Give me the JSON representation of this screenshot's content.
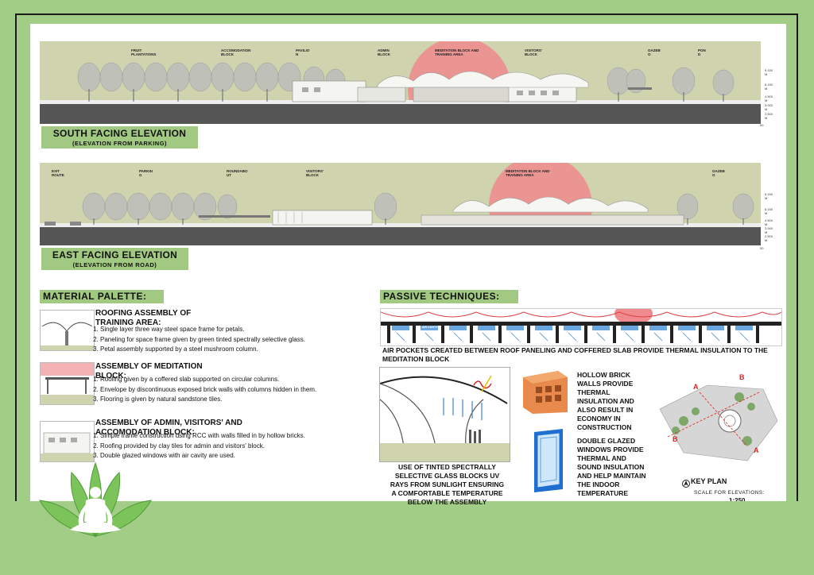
{
  "elevations": {
    "south": {
      "title": "SOUTH FACING ELEVATION",
      "subtitle": "(ELEVATION FROM PARKING)",
      "labels": [
        {
          "text": "FRUIT\nPLANTATIONS"
        },
        {
          "text": "ACCOMODATION\nBLOCK"
        },
        {
          "text": "PAVILIO\nN"
        },
        {
          "text": "ADMIN\nBLOCK"
        },
        {
          "text": "MEDITATION BLOCK AND\nTRAINING AREA"
        },
        {
          "text": "VISITORS'\nBLOCK"
        },
        {
          "text": "GAZEB\nO"
        },
        {
          "text": "PON\nD"
        }
      ],
      "levels": [
        "9.150\nM",
        "6.150\nM",
        "4.500\nM",
        "3.000\nM",
        "2.500\nM",
        "00"
      ]
    },
    "east": {
      "title": "EAST FACING ELEVATION",
      "subtitle": "(ELEVATION FROM ROAD)",
      "labels": [
        {
          "text": "EXIT\nROUTE"
        },
        {
          "text": "PARKIN\nG"
        },
        {
          "text": "ROUNDABO\nUT"
        },
        {
          "text": "VISITORS'\nBLOCK"
        },
        {
          "text": "MEDITATION BLOCK AND\nTRAINING AREA"
        },
        {
          "text": "GAZEB\nO"
        }
      ],
      "levels": [
        "9.150\nM",
        "6.150\nM",
        "4.500\nM",
        "3.000\nM",
        "2.500\nM",
        "00"
      ]
    }
  },
  "material": {
    "heading": "MATERIAL PALETTE:",
    "items": [
      {
        "title": "ROOFING ASSEMBLY OF TRAINING AREA:",
        "points": [
          "Single layer three way steel space frame for petals.",
          "Paneling for space frame given by green tinted spectrally selective glass.",
          "Petal assembly supported by a steel mushroom column."
        ]
      },
      {
        "title": "ASSEMBLY OF MEDITATION BLOCK:",
        "points": [
          "Roofing given by a coffered slab supported on circular columns.",
          "Envelope by discontinuous exposed brick walls with columns hidden in them.",
          "Flooring is given by natural sandstone tiles."
        ]
      },
      {
        "title": "ASSEMBLY OF ADMIN, VISITORS' AND ACCOMODATION BLOCK:",
        "points": [
          "Simple frame construction using RCC with walls filled in by hollow bricks.",
          "Roofing provided by clay tiles for admin and visitors' block.",
          "Double glazed windows with air cavity are used."
        ]
      }
    ]
  },
  "passive": {
    "heading": "PASSIVE TECHNIQUES:",
    "air_caption": "AIR POCKETS CREATED BETWEEN ROOF PANELING AND COFFERED SLAB PROVIDE THERMAL INSULATION TO THE MEDITATION BLOCK",
    "air_label": "AIR CAVITY",
    "glass_caption": "USE OF TINTED SPECTRALLY SELECTIVE GLASS BLOCKS UV RAYS FROM SUNLIGHT ENSURING A COMFORTABLE TEMPERATURE BELOW THE ASSEMBLY",
    "brick_caption": "HOLLOW BRICK WALLS PROVIDE THERMAL INSULATION AND ALSO RESULT IN ECONOMY IN CONSTRUCTION",
    "window_caption": "DOUBLE GLAZED WINDOWS PROVIDE THERMAL AND SOUND INSULATION AND HELP MAINTAIN THE INDOOR TEMPERATURE"
  },
  "keyplan": {
    "title": "KEY PLAN",
    "scale_label": "SCALE FOR ELEVATIONS:",
    "scale_value": "1:250",
    "marker_a": "A",
    "marker_b": "B"
  },
  "colors": {
    "background": "#a2cd86",
    "header": "#a2c981",
    "elevation_bg": "#cfd3ae",
    "meditation_pink": "#f08a8e",
    "brick": "#e88a4c"
  }
}
